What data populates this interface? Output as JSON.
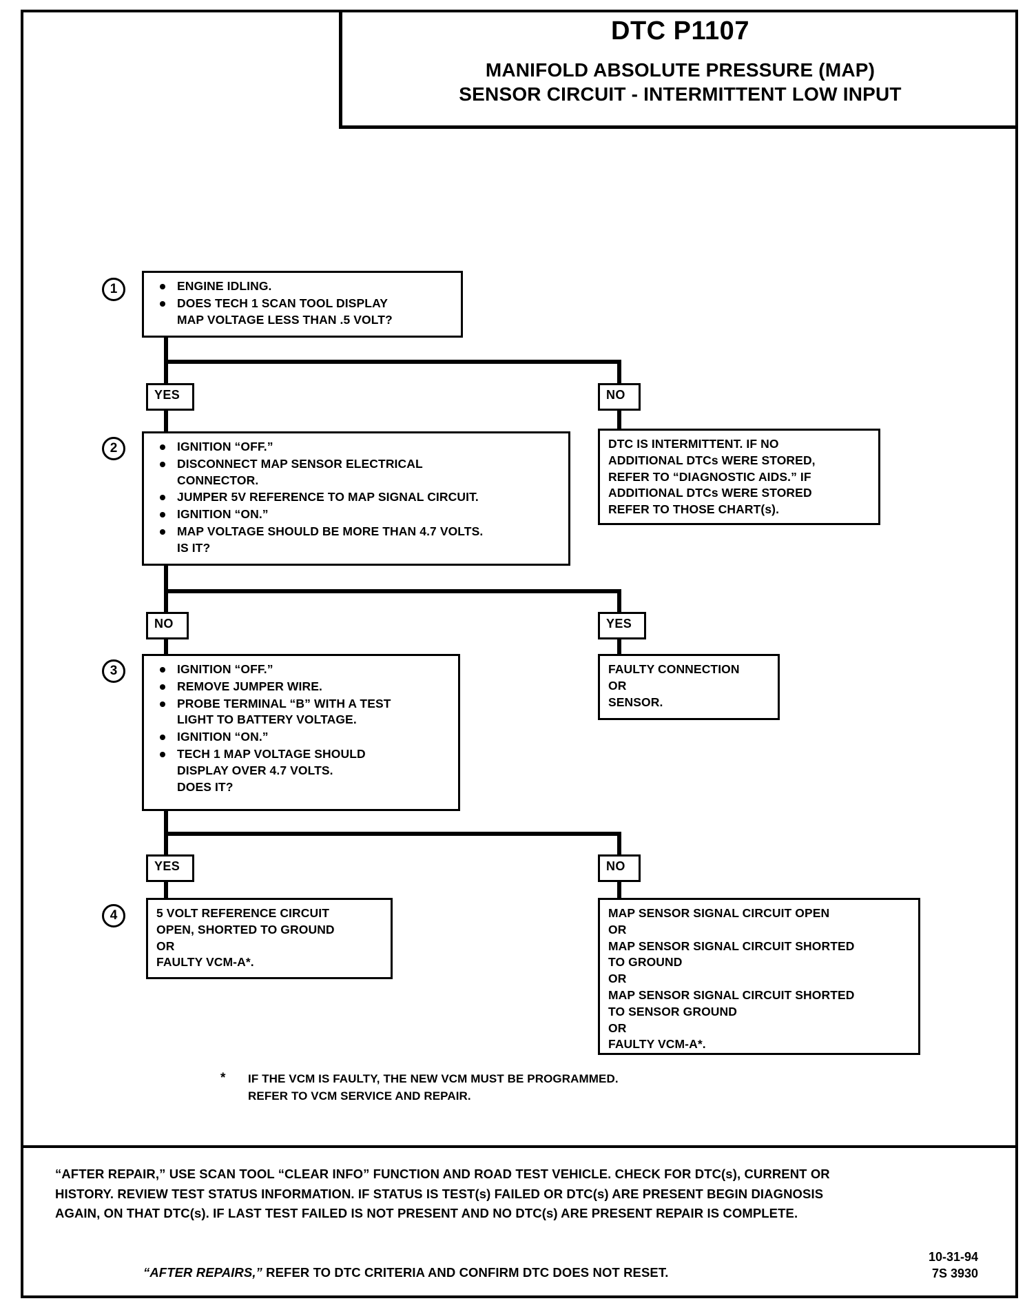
{
  "header": {
    "dtc_code": "DTC P1107",
    "title_line_1": "MANIFOLD ABSOLUTE PRESSURE (MAP)",
    "title_line_2": "SENSOR CIRCUIT - INTERMITTENT LOW INPUT"
  },
  "steps": [
    {
      "number": "1",
      "bullets": [
        "ENGINE IDLING.",
        "DOES TECH 1 SCAN TOOL DISPLAY\nMAP VOLTAGE LESS THAN .5 VOLT?"
      ]
    },
    {
      "number": "2",
      "bullets": [
        "IGNITION  “OFF.”",
        "DISCONNECT MAP SENSOR ELECTRICAL\nCONNECTOR.",
        "JUMPER 5V REFERENCE TO MAP SIGNAL CIRCUIT.",
        "IGNITION  “ON.”",
        "MAP VOLTAGE SHOULD BE MORE THAN 4.7 VOLTS.\nIS  IT?"
      ]
    },
    {
      "number": "3",
      "bullets": [
        "IGNITION  “OFF.”",
        "REMOVE JUMPER WIRE.",
        "PROBE TERMINAL “B”  WITH A TEST\nLIGHT TO BATTERY VOLTAGE.",
        "IGNITION  “ON.”",
        "TECH 1 MAP VOLTAGE SHOULD\nDISPLAY OVER 4.7 VOLTS.\nDOES IT?"
      ]
    },
    {
      "number": "4"
    }
  ],
  "branch_labels": {
    "step1_yes": "YES",
    "step1_no": "NO",
    "step2_no": "NO",
    "step2_yes": "YES",
    "step3_yes": "YES",
    "step3_no": "NO"
  },
  "outcomes": {
    "dtc_intermittent": "DTC IS INTERMITTENT. IF NO\nADDITIONAL DTCs WERE STORED,\nREFER TO “DIAGNOSTIC AIDS.” IF\nADDITIONAL DTCs WERE STORED\nREFER TO THOSE CHART(s).",
    "faulty_connection": "FAULTY CONNECTION\nOR\nSENSOR.",
    "five_volt_reference": "5 VOLT REFERENCE CIRCUIT\nOPEN, SHORTED TO GROUND\nOR\nFAULTY VCM-A*.",
    "map_signal_faults": "MAP SENSOR SIGNAL CIRCUIT OPEN\nOR\nMAP SENSOR SIGNAL CIRCUIT SHORTED\nTO GROUND\nOR\nMAP SENSOR SIGNAL CIRCUIT SHORTED\nTO SENSOR GROUND\nOR\nFAULTY VCM-A*."
  },
  "footnote": {
    "marker": "*",
    "text": "IF THE VCM IS FAULTY, THE NEW VCM MUST BE PROGRAMMED.\nREFER TO VCM  SERVICE AND REPAIR."
  },
  "footer": {
    "paragraph": "“AFTER REPAIR,” USE SCAN TOOL “CLEAR INFO” FUNCTION AND ROAD TEST VEHICLE. CHECK FOR DTC(s), CURRENT OR\nHISTORY. REVIEW TEST STATUS INFORMATION. IF STATUS IS TEST(s) FAILED OR DTC(s) ARE PRESENT BEGIN DIAGNOSIS\nAGAIN, ON THAT DTC(s). IF LAST TEST FAILED IS NOT PRESENT AND NO DTC(s) ARE PRESENT REPAIR IS COMPLETE.",
    "italic_lead": "“AFTER REPAIRS,”",
    "italic_rest": " REFER TO DTC CRITERIA  AND CONFIRM DTC DOES NOT RESET.",
    "doc_code": "10-31-94\n7S 3930"
  }
}
